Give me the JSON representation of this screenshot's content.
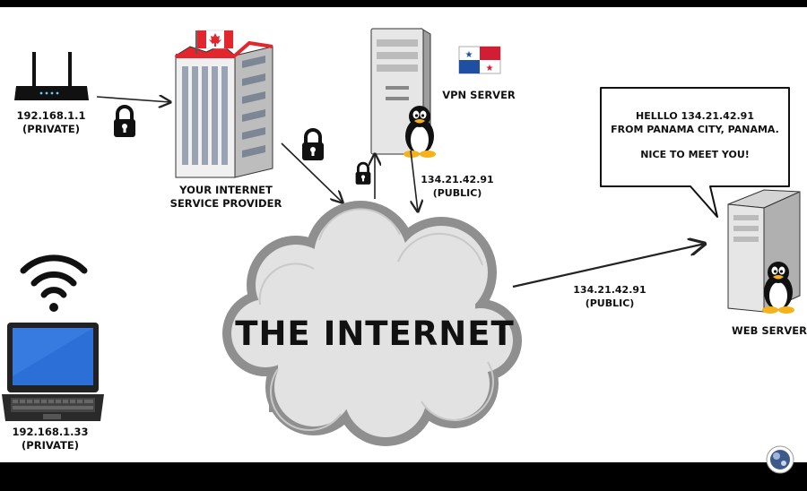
{
  "diagram": {
    "router": {
      "ip": "192.168.1.1",
      "type": "(PRIVATE)"
    },
    "laptop": {
      "ip": "192.168.1.33",
      "type": "(PRIVATE)"
    },
    "isp": {
      "line1": "YOUR INTERNET",
      "line2": "SERVICE PROVIDER"
    },
    "vpn": {
      "label": "VPN SERVER",
      "ip": "134.21.42.91",
      "type": "(PUBLIC)"
    },
    "internet": {
      "label": "THE INTERNET"
    },
    "web": {
      "label": "WEB SERVER",
      "ip": "134.21.42.91",
      "type": "(PUBLIC)"
    },
    "speech": {
      "line1": "HELLLO 134.21.42.91",
      "line2": "FROM PANAMA CITY, PANAMA.",
      "line3": "NICE TO MEET YOU!"
    }
  },
  "colors": {
    "canada_red": "#e3262d",
    "panama_blue": "#1f4fa3",
    "panama_red": "#d21e34",
    "laptop_screen": "#2c6fd6"
  }
}
